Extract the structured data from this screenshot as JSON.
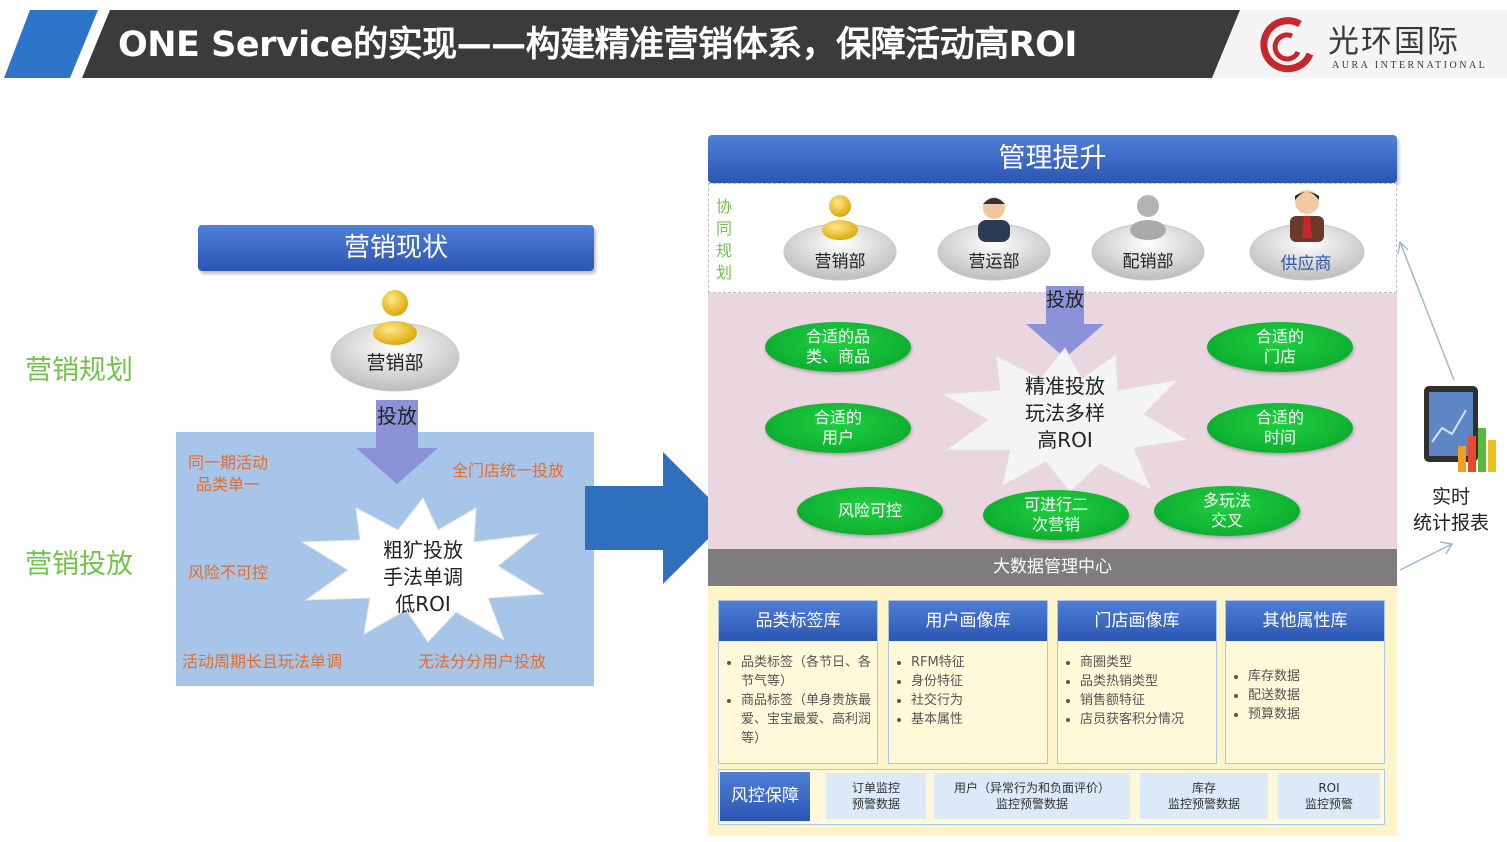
{
  "header": {
    "title": "ONE Service的实现——构建精准营销体系，保障活动高ROI",
    "logo_text": "光环国际",
    "logo_sub": "AURA INTERNATIONAL"
  },
  "side_labels": {
    "planning": "营销规划",
    "delivery": "营销投放"
  },
  "left": {
    "title": "营销现状",
    "dept": "营销部",
    "arrow_text": "投放",
    "issues": {
      "top_left": "同一期活动\n品类单一",
      "top_right": "全门店统一投放",
      "mid_left": "风险不可控",
      "bottom_left": "活动周期长且玩法单调",
      "bottom_right": "无法分分用户投放"
    },
    "burst": "粗犷投放\n手法单调\n低ROI"
  },
  "right": {
    "title": "管理提升",
    "coop_label": "协\n同\n规\n划",
    "depts": [
      "营销部",
      "营运部",
      "配销部",
      "供应商"
    ],
    "arrow_text": "投放",
    "burst": "精准投放\n玩法多样\n高ROI",
    "ellipses": [
      "合适的品\n类、商品",
      "合适的\n门店",
      "合适的\n用户",
      "合适的\n时间",
      "风险可控",
      "可进行二\n次营销",
      "多玩法\n交叉"
    ],
    "bigdata": "大数据管理中心",
    "columns": [
      {
        "title": "品类标签库",
        "items": [
          "品类标签（各节日、各节气等）",
          "商品标签（单身贵族最爱、宝宝最爱、高利润等）"
        ]
      },
      {
        "title": "用户画像库",
        "items": [
          "RFM特征",
          "身份特征",
          "社交行为",
          "基本属性"
        ]
      },
      {
        "title": "门店画像库",
        "items": [
          "商圈类型",
          "品类热销类型",
          "销售额特征",
          "店员获客积分情况"
        ]
      },
      {
        "title": "其他属性库",
        "items": [
          "库存数据",
          "配送数据",
          "预算数据"
        ]
      }
    ],
    "risk": {
      "label": "风控保障",
      "cells": [
        "订单监控\n预警数据",
        "用户（异常行为和负面评价）\n监控预警数据",
        "库存\n监控预警数据",
        "ROI\n监控预警"
      ]
    }
  },
  "report_label": "实时\n统计报表",
  "colors": {
    "header_dark": "#3b3b3b",
    "header_blue": "#2e75c9",
    "title_blue": "#2b56b3",
    "side_green": "#70c44a",
    "issue_orange": "#e46c2c",
    "left_panel": "#a6c5e8",
    "right_pink": "#ead6df",
    "ellipse_green": "#0eb532",
    "bigdata_gray": "#7d7d7d",
    "column_bg": "#fff8d9",
    "risk_cell": "#dbe9f9"
  }
}
